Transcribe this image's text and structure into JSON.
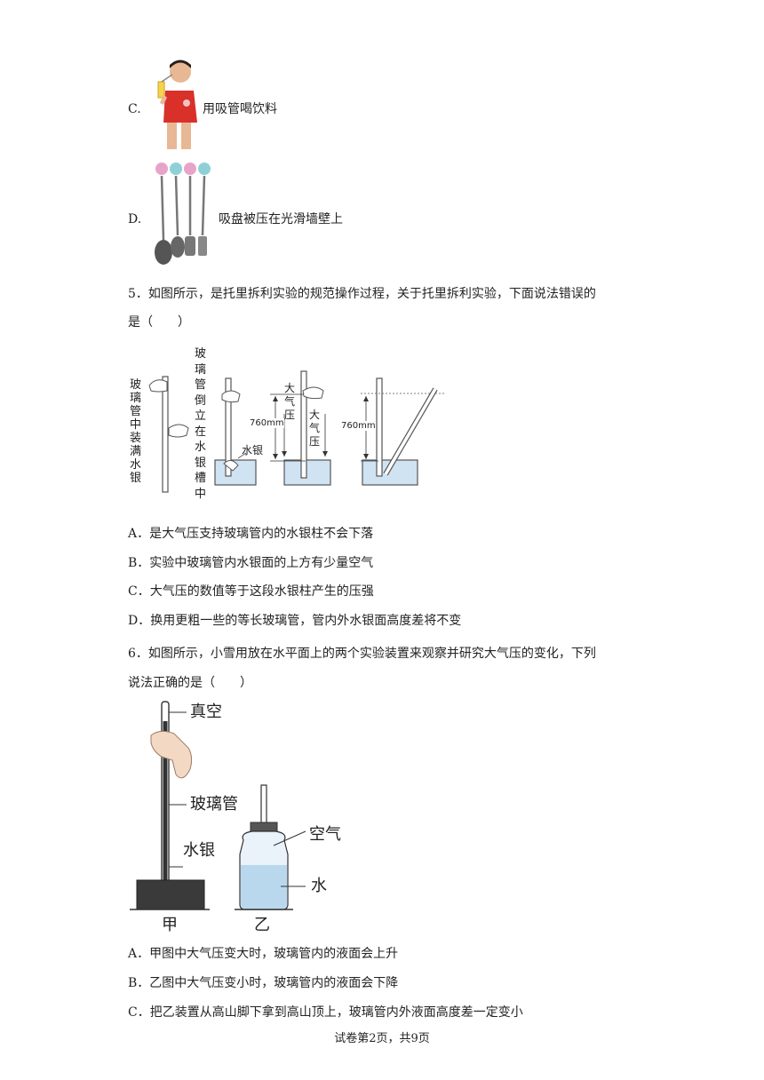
{
  "q4": {
    "option_c": {
      "letter": "C.",
      "text": "用吸管喝饮料"
    },
    "option_d": {
      "letter": "D.",
      "text": "吸盘被压在光滑墙壁上"
    }
  },
  "q5": {
    "stem_line1": "5．如图所示，是托里拆利实验的规范操作过程，关于托里拆利实验，下面说法错误的",
    "stem_line2": "是（　　）",
    "figure": {
      "label_fill": "玻璃管中装满水银",
      "label_invert": "玻璃管倒立在水银槽中",
      "label_mercury": "水银",
      "label_760_a": "760mm",
      "label_atm_a": "大气压",
      "label_atm_b": "大气压",
      "label_760_b": "760mm"
    },
    "options": [
      "A．是大气压支持玻璃管内的水银柱不会下落",
      "B．实验中玻璃管内水银面的上方有少量空气",
      "C．大气压的数值等于这段水银柱产生的压强",
      "D．换用更粗一些的等长玻璃管，管内外水银面高度差将不变"
    ]
  },
  "q6": {
    "stem_line1": "6．如图所示，小雪用放在水平面上的两个实验装置来观察并研究大气压的变化，下列",
    "stem_line2": "说法正确的是（　　）",
    "figure": {
      "label_vacuum": "真空",
      "label_tube": "玻璃管",
      "label_mercury": "水银",
      "label_air": "空气",
      "label_water": "水",
      "label_jia": "甲",
      "label_yi": "乙"
    },
    "options": [
      "A．甲图中大气压变大时，玻璃管内的液面会上升",
      "B．乙图中大气压变小时，玻璃管内的液面会下降",
      "C．把乙装置从高山脚下拿到高山顶上，玻璃管内外液面高度差一定变小"
    ]
  },
  "footer": {
    "page": "试卷第2页，共9页"
  }
}
